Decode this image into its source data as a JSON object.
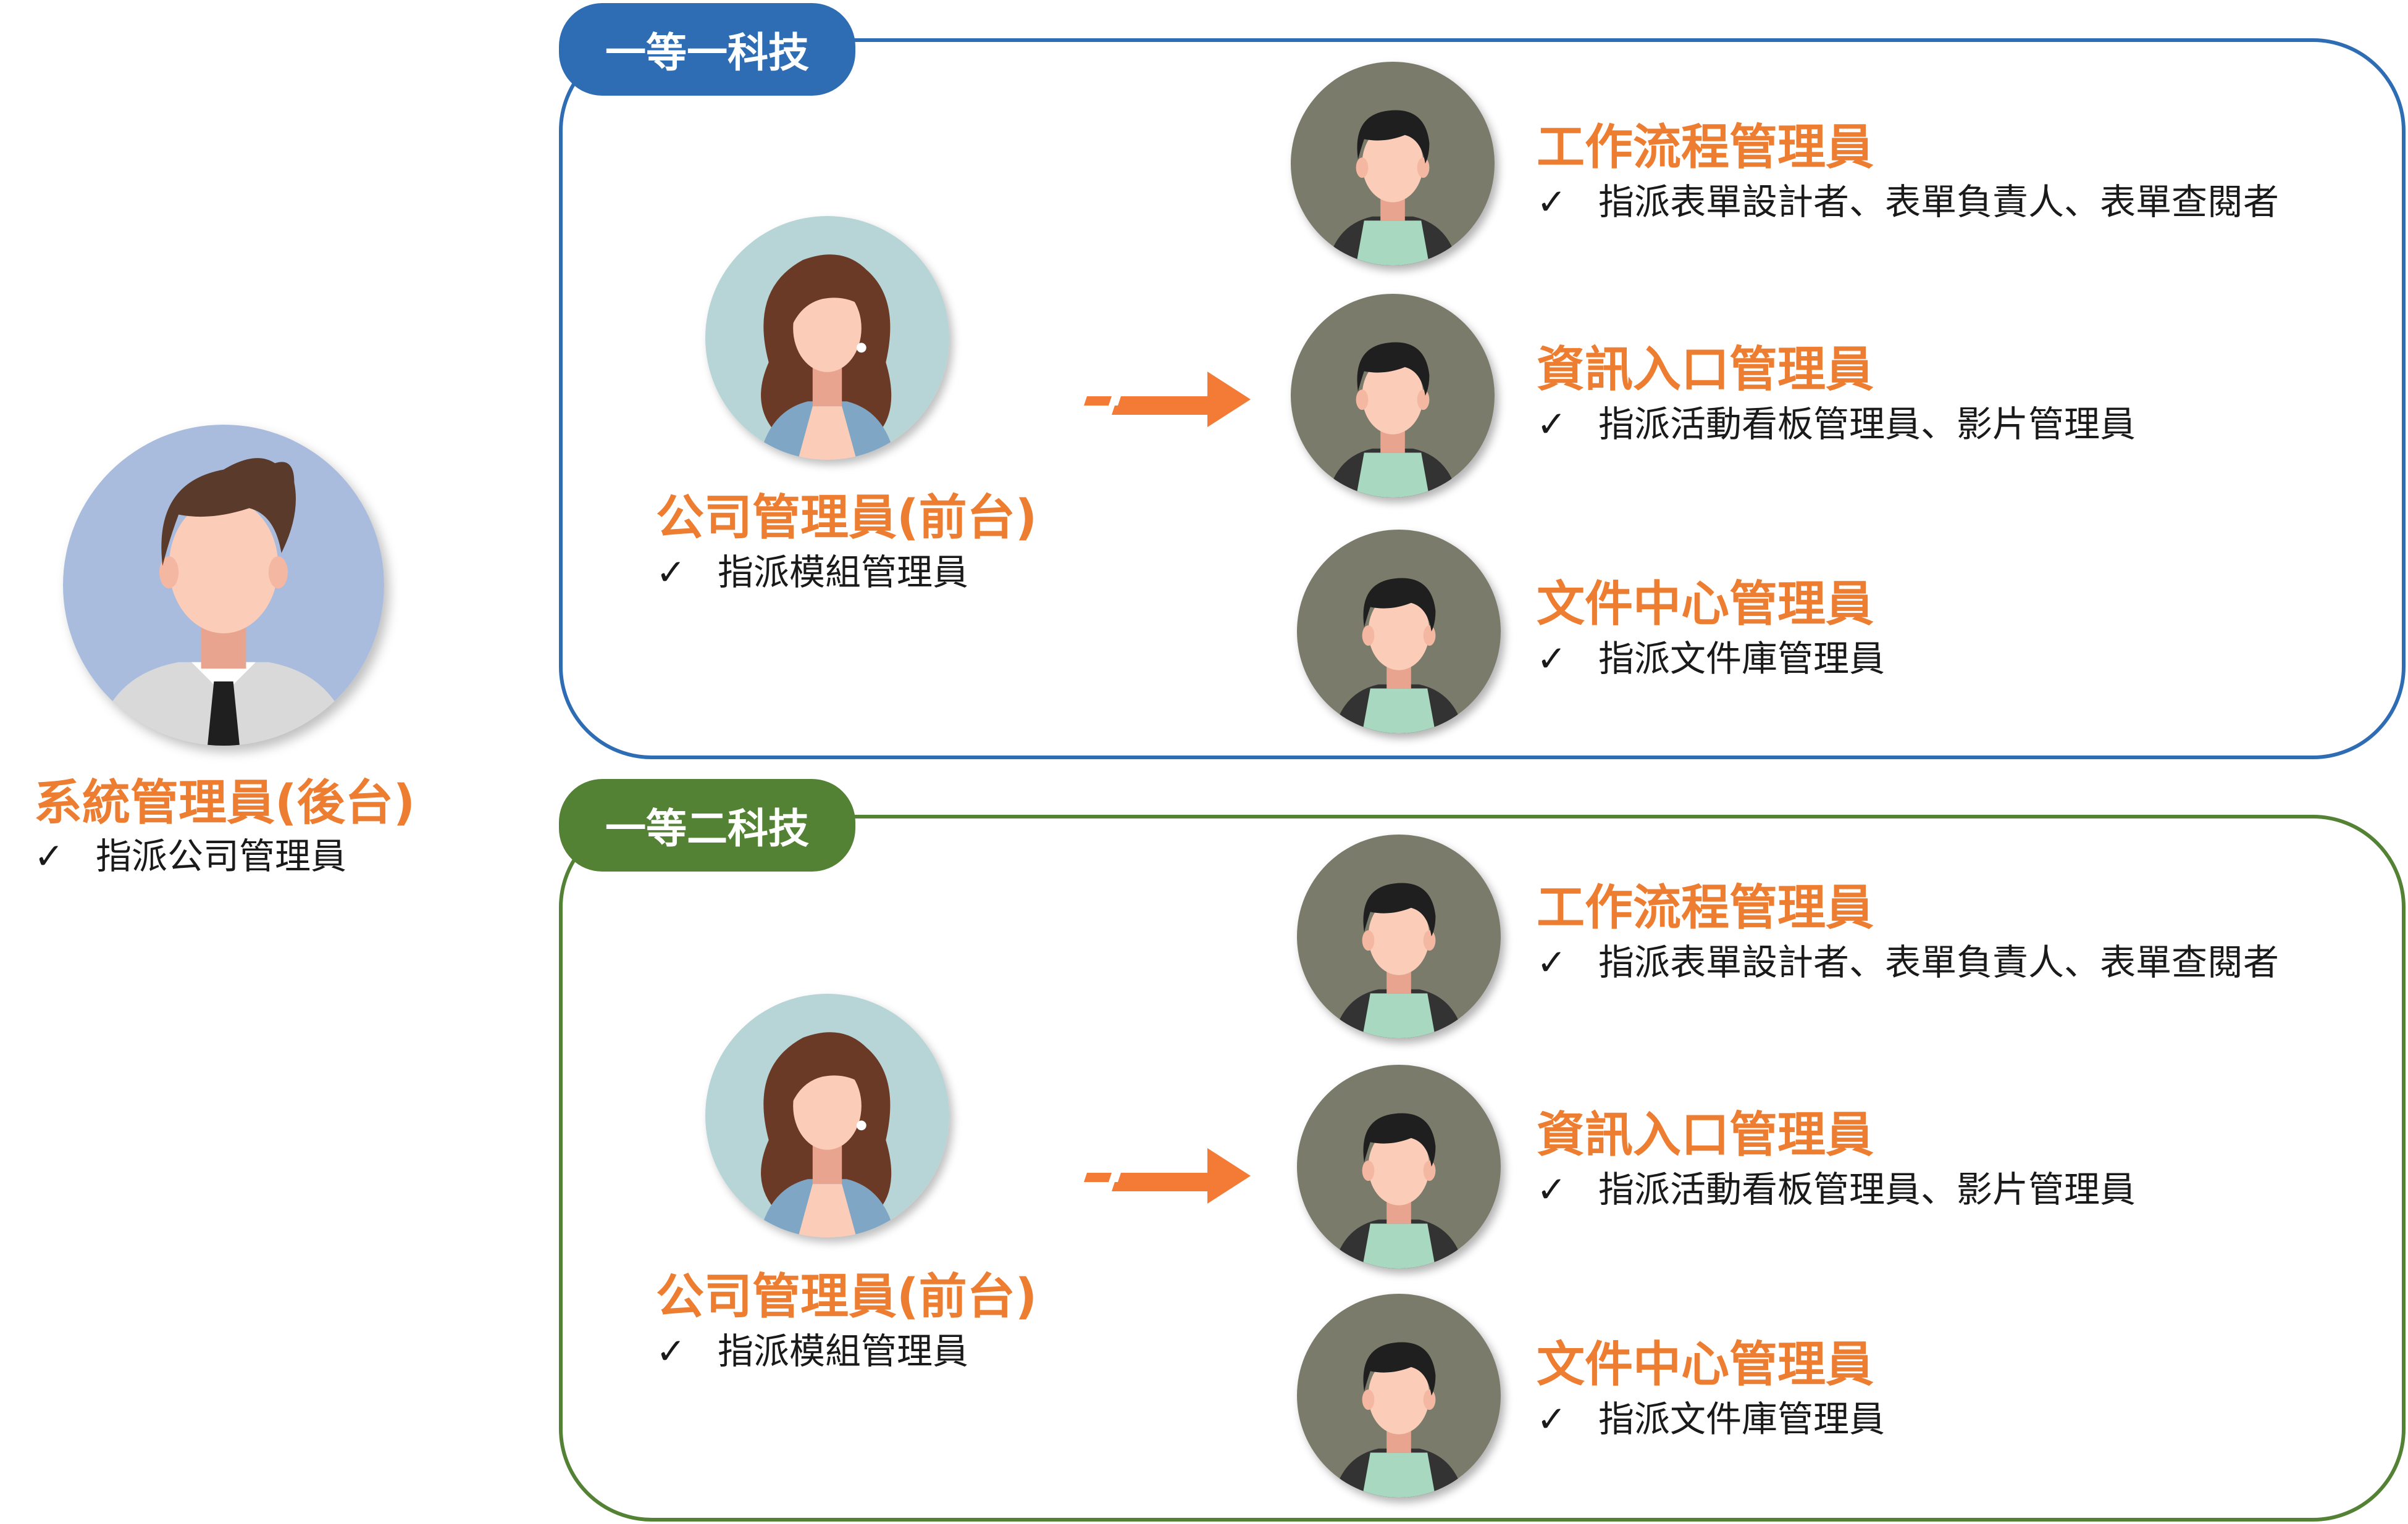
{
  "colors": {
    "orange": "#ED7D31",
    "blue_group": "#2E6DB4",
    "green_group": "#548235",
    "sysadmin_bg": "#A9BCDE",
    "company_bg": "#B7D5D6",
    "module_bg": "#7A7B6A"
  },
  "check_mark": "✓",
  "system_admin": {
    "title": "系統管理員(後台)",
    "desc": "指派公司管理員",
    "icon": "male-admin-avatar-icon"
  },
  "groups": [
    {
      "badge": "一等一科技",
      "company_admin": {
        "title": "公司管理員(前台)",
        "desc": "指派模組管理員"
      },
      "modules": [
        {
          "title": "工作流程管理員",
          "desc": "指派表單設計者、表單負責人、表單查閱者"
        },
        {
          "title": "資訊入口管理員",
          "desc": "指派活動看板管理員、影片管理員"
        },
        {
          "title": "文件中心管理員",
          "desc": "指派文件庫管理員"
        }
      ]
    },
    {
      "badge": "一等二科技",
      "company_admin": {
        "title": "公司管理員(前台)",
        "desc": "指派模組管理員"
      },
      "modules": [
        {
          "title": "工作流程管理員",
          "desc": "指派表單設計者、表單負責人、表單查閱者"
        },
        {
          "title": "資訊入口管理員",
          "desc": "指派活動看板管理員、影片管理員"
        },
        {
          "title": "文件中心管理員",
          "desc": "指派文件庫管理員"
        }
      ]
    }
  ]
}
